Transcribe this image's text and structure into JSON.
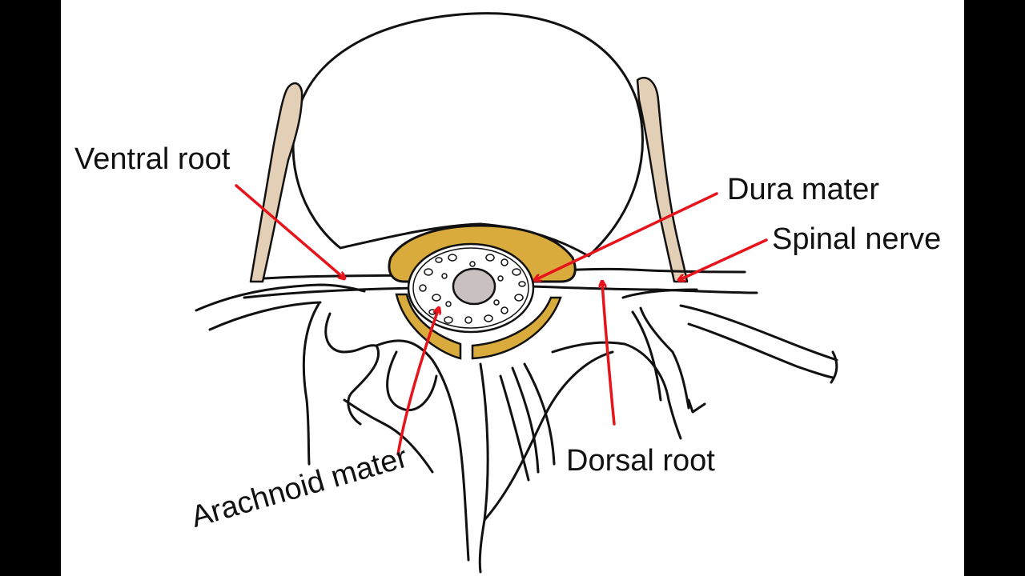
{
  "labels": {
    "ventral_root": "Ventral root",
    "dura_mater": "Dura mater",
    "spinal_nerve": "Spinal nerve",
    "dorsal_root": "Dorsal root",
    "arachnoid_mater": "Arachnoid mater"
  },
  "colors": {
    "arrow": "#e8141c",
    "dura_fill": "#d9aa3c",
    "ligament_fill": "#e2cfb5",
    "cord_center": "#c9c0c0",
    "outline": "#111111",
    "background": "#ffffff"
  }
}
